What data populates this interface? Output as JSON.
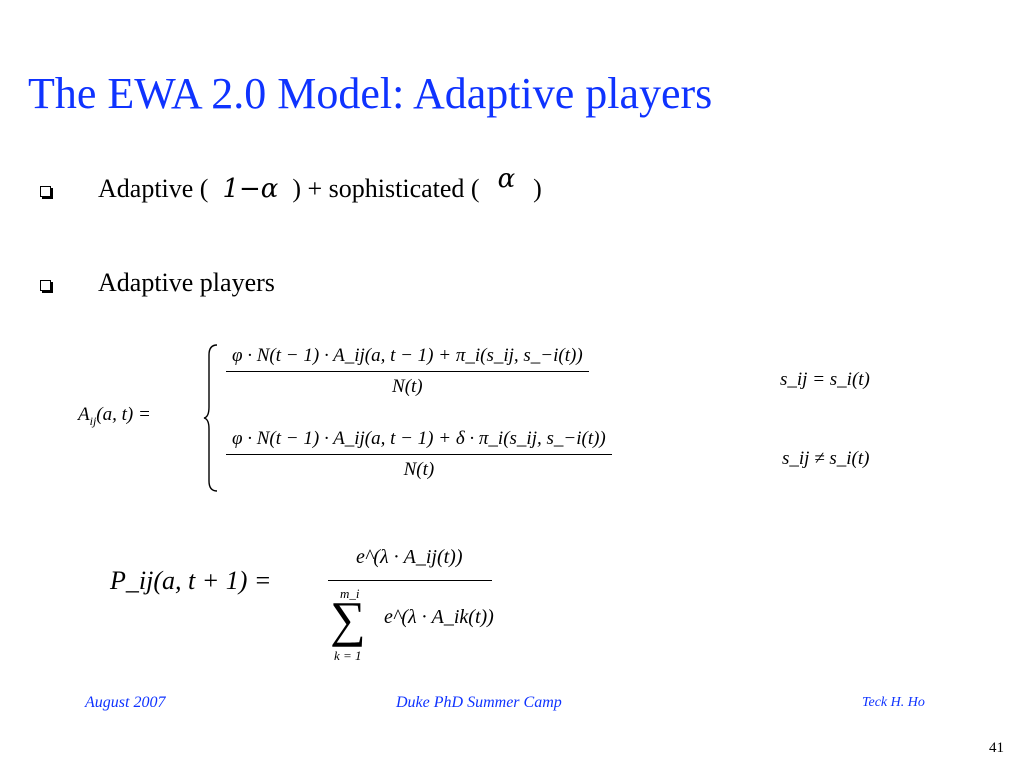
{
  "slide": {
    "title": "The EWA 2.0 Model: Adaptive players",
    "bullets": [
      {
        "pre": "Adaptive (",
        "math1": "1−α",
        "mid": ") + sophisticated (",
        "math2": "α",
        "post": ")"
      },
      {
        "text": "Adaptive players"
      }
    ],
    "equation_A": {
      "lhs": "A",
      "lhs_sub": "ij",
      "lhs_args": "(a, t) =",
      "case1_num": "φ · N(t − 1) · A_ij(a, t − 1) + π_i(s_ij, s_−i(t))",
      "case1_den": "N(t)",
      "case1_cond": "s_ij = s_i(t)",
      "case2_num": "φ · N(t − 1) · A_ij(a, t − 1) + δ · π_i(s_ij, s_−i(t))",
      "case2_den": "N(t)",
      "case2_cond": "s_ij ≠ s_i(t)"
    },
    "equation_P": {
      "lhs": "P_ij(a, t + 1) =",
      "num": "e^(λ · A_ij(t))",
      "den_sum_upper": "m_i",
      "den_sum_lower": "k = 1",
      "den": "e^(λ · A_ik(t))"
    },
    "footer": {
      "left": "August 2007",
      "center": "Duke PhD Summer Camp",
      "right": "Teck H. Ho"
    },
    "page_number": "41",
    "colors": {
      "title": "#0f33ff",
      "footer": "#0f33ff",
      "text": "#000000"
    },
    "icons": [
      "checkbox-bullet-icon",
      "checkbox-bullet-icon"
    ]
  }
}
